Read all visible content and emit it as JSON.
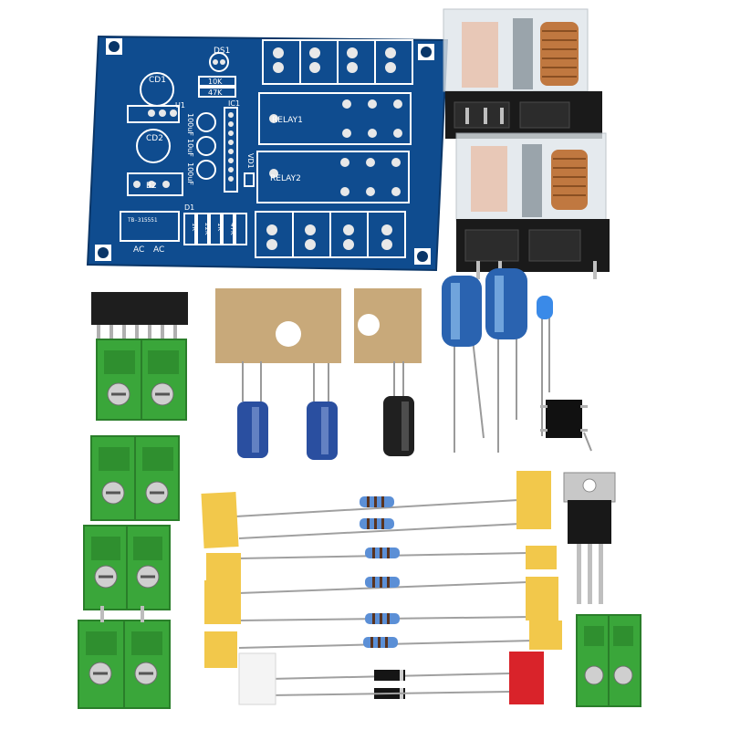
{
  "photo": {
    "description_free": true
  },
  "pcb": {
    "board_color": "#0f4c8f",
    "labels": {
      "ds1": "DS1",
      "cd1": "CD1",
      "u1": "U1",
      "cd2": "CD2",
      "b2": "B2",
      "ic1": "IC1",
      "vd1": "VD1",
      "relay1": "RELAY1",
      "relay2": "RELAY2",
      "r10k": "10K",
      "r47k": "47K",
      "c100a": "100uF",
      "c10": "10uF",
      "c100b": "100uF",
      "d1": "D1",
      "part": "TB-315551",
      "ac1": "AC",
      "ac2": "AC",
      "v1k": "1K",
      "v22k": "22K",
      "v1kb": "1K",
      "v47k": "47K"
    }
  },
  "colors": {
    "terminal_green": "#3aa63a",
    "relay_black": "#1a1a1a",
    "copper": "#c07840",
    "capacitor_blue": "#2a63b0",
    "capacitor_black": "#202020",
    "tape_yellow": "#f2c84b",
    "tape_red": "#d9232a",
    "resistor_body": "#5b8fd6",
    "insulator_tan": "#c8a97a"
  }
}
